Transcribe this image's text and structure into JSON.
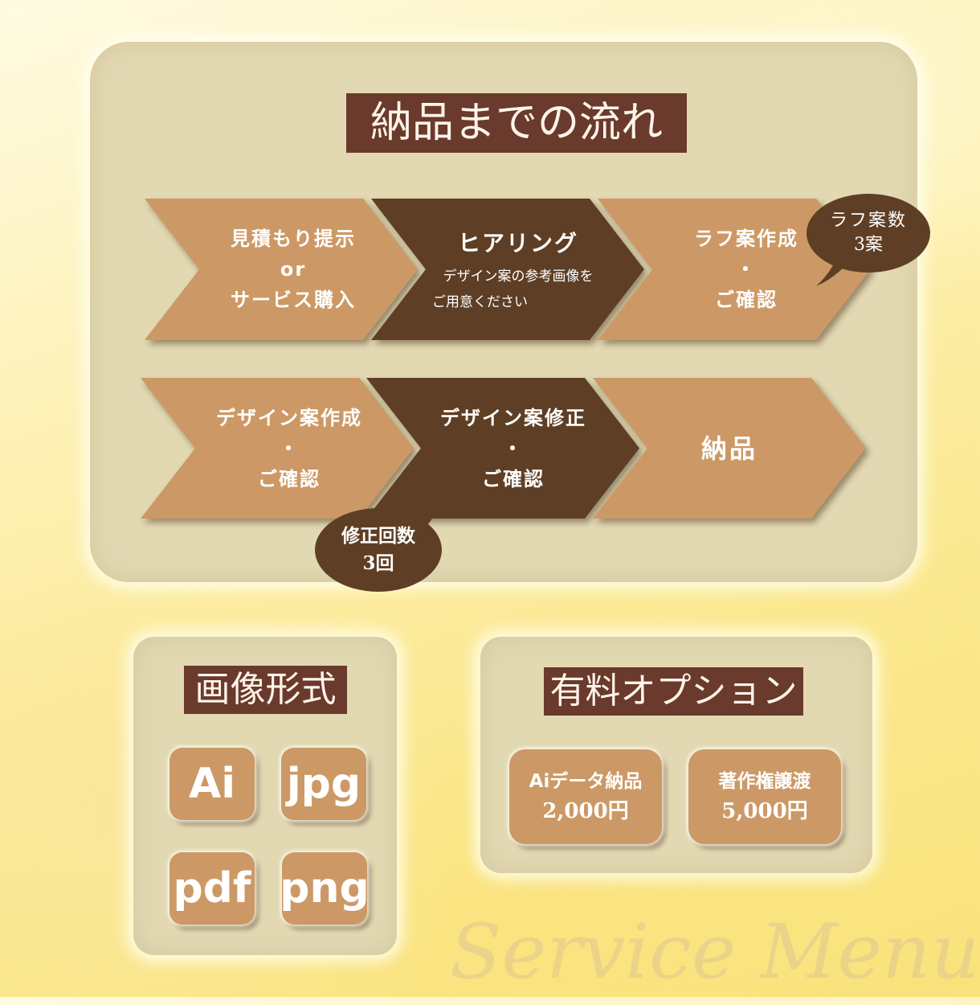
{
  "flow": {
    "title": "納品までの流れ",
    "steps": [
      {
        "lines": [
          "見積もり提示",
          "or",
          "サービス購入"
        ]
      },
      {
        "title": "ヒアリング",
        "lines": [
          "デザイン案の参考画像を",
          "ご用意ください"
        ]
      },
      {
        "lines": [
          "ラフ案作成",
          "・",
          "ご確認"
        ]
      },
      {
        "lines": [
          "デザイン案作成",
          "・",
          "ご確認"
        ]
      },
      {
        "lines": [
          "デザイン案修正",
          "・",
          "ご確認"
        ]
      },
      {
        "lines": [
          "納品"
        ]
      }
    ],
    "bubble_rough": {
      "line1": "ラフ案数",
      "line2": "3案"
    },
    "bubble_revision": {
      "line1": "修正回数",
      "line2": "3回"
    }
  },
  "formats": {
    "title": "画像形式",
    "items": [
      "Ai",
      "jpg",
      "pdf",
      "png"
    ]
  },
  "options": {
    "title": "有料オプション",
    "items": [
      {
        "name": "Aiデータ納品",
        "price": "2,000円"
      },
      {
        "name": "著作権譲渡",
        "price": "5,000円"
      }
    ]
  },
  "watermark": "Service Menu",
  "colors": {
    "light_step": "#cc9966",
    "dark_step": "#5e3f25",
    "title_bg": "#6a3a2c",
    "panel": "#e2d8b2"
  }
}
